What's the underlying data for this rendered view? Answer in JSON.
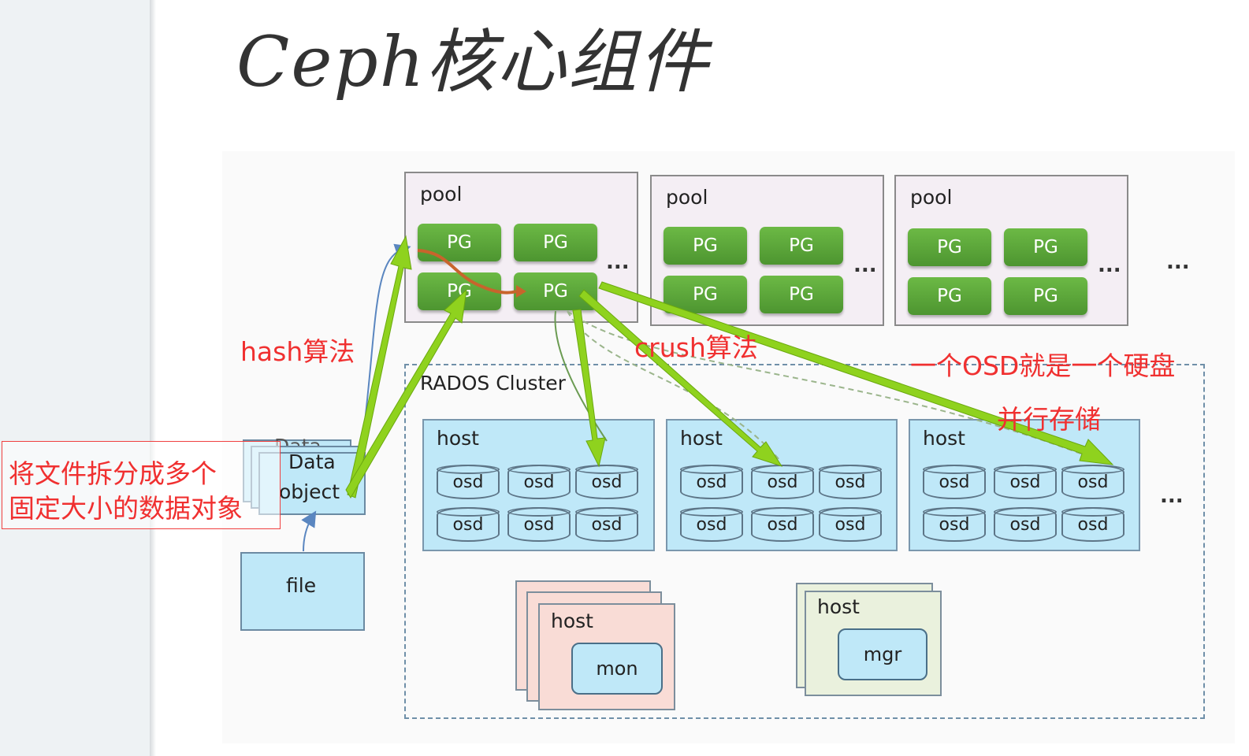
{
  "title": "Ceph核心组件",
  "pools": [
    {
      "label": "pool",
      "pgs": [
        "PG",
        "PG",
        "PG",
        "PG"
      ],
      "more": "..."
    },
    {
      "label": "pool",
      "pgs": [
        "PG",
        "PG",
        "PG",
        "PG"
      ],
      "more": "..."
    },
    {
      "label": "pool",
      "pgs": [
        "PG",
        "PG",
        "PG",
        "PG"
      ],
      "more": "..."
    }
  ],
  "pools_more": "...",
  "cluster_label": "RADOS Cluster",
  "hosts": [
    {
      "label": "host",
      "osds": [
        "osd",
        "osd",
        "osd",
        "osd",
        "osd",
        "osd"
      ]
    },
    {
      "label": "host",
      "osds": [
        "osd",
        "osd",
        "osd",
        "osd",
        "osd",
        "osd"
      ]
    },
    {
      "label": "host",
      "osds": [
        "osd",
        "osd",
        "osd",
        "osd",
        "osd",
        "osd"
      ]
    }
  ],
  "hosts_more": "...",
  "mon_host": {
    "label": "host",
    "inner": "mon"
  },
  "mgr_host": {
    "label": "host",
    "inner": "mgr"
  },
  "data_object": {
    "back_label": "Data",
    "line1": "Data",
    "line2": "object"
  },
  "file_label": "file",
  "annotations": {
    "hash": "hash算法",
    "crush": "crush算法",
    "osd_note": "一个OSD就是一个硬盘",
    "parallel": "并行存储",
    "split_line1": "将文件拆分成多个",
    "split_line2": "固定大小的数据对象"
  },
  "colors": {
    "pg_green": "#5aa53a",
    "arrow_green": "#8fd21e",
    "host_blue": "#bfe8f8",
    "annotation_red": "#f03030"
  }
}
